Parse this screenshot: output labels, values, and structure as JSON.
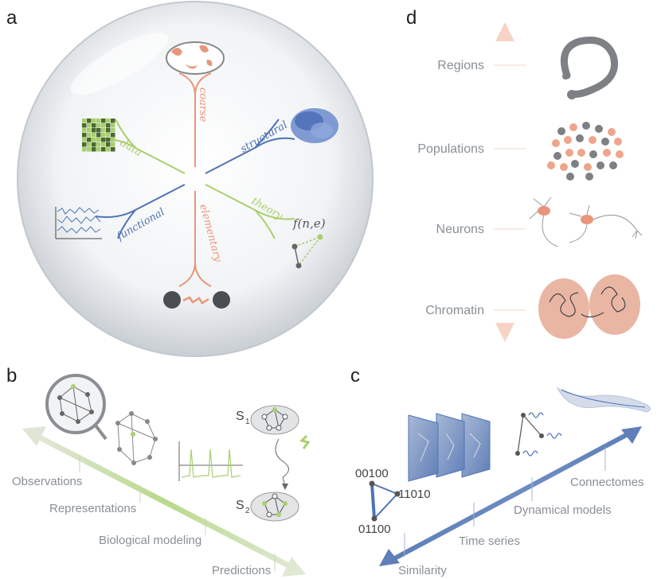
{
  "panels": {
    "a": "a",
    "b": "b",
    "c": "c",
    "d": "d"
  },
  "panel_a": {
    "branches": {
      "coarse": "coarse",
      "structural": "structural",
      "theory": "theory",
      "elementary": "elementary",
      "functional": "functional",
      "data": "data"
    },
    "formula": "f(n,e)"
  },
  "panel_b": {
    "labels": [
      "Observations",
      "Representations",
      "Biological modeling",
      "Predictions"
    ],
    "state1": "S",
    "state1_sub": "1",
    "state2": "S",
    "state2_sub": "2"
  },
  "panel_c": {
    "labels": [
      "Connectomes",
      "Dynamical models",
      "Time series",
      "Similarity"
    ],
    "binary_codes": [
      "00100",
      "11010",
      "01100"
    ]
  },
  "panel_d": {
    "scales": [
      "Regions",
      "Populations",
      "Neurons",
      "Chromatin"
    ]
  },
  "colors": {
    "salmon": "#e8967a",
    "green": "#a9cf6e",
    "blue": "#4f73b5",
    "gray": "#7d8085"
  }
}
